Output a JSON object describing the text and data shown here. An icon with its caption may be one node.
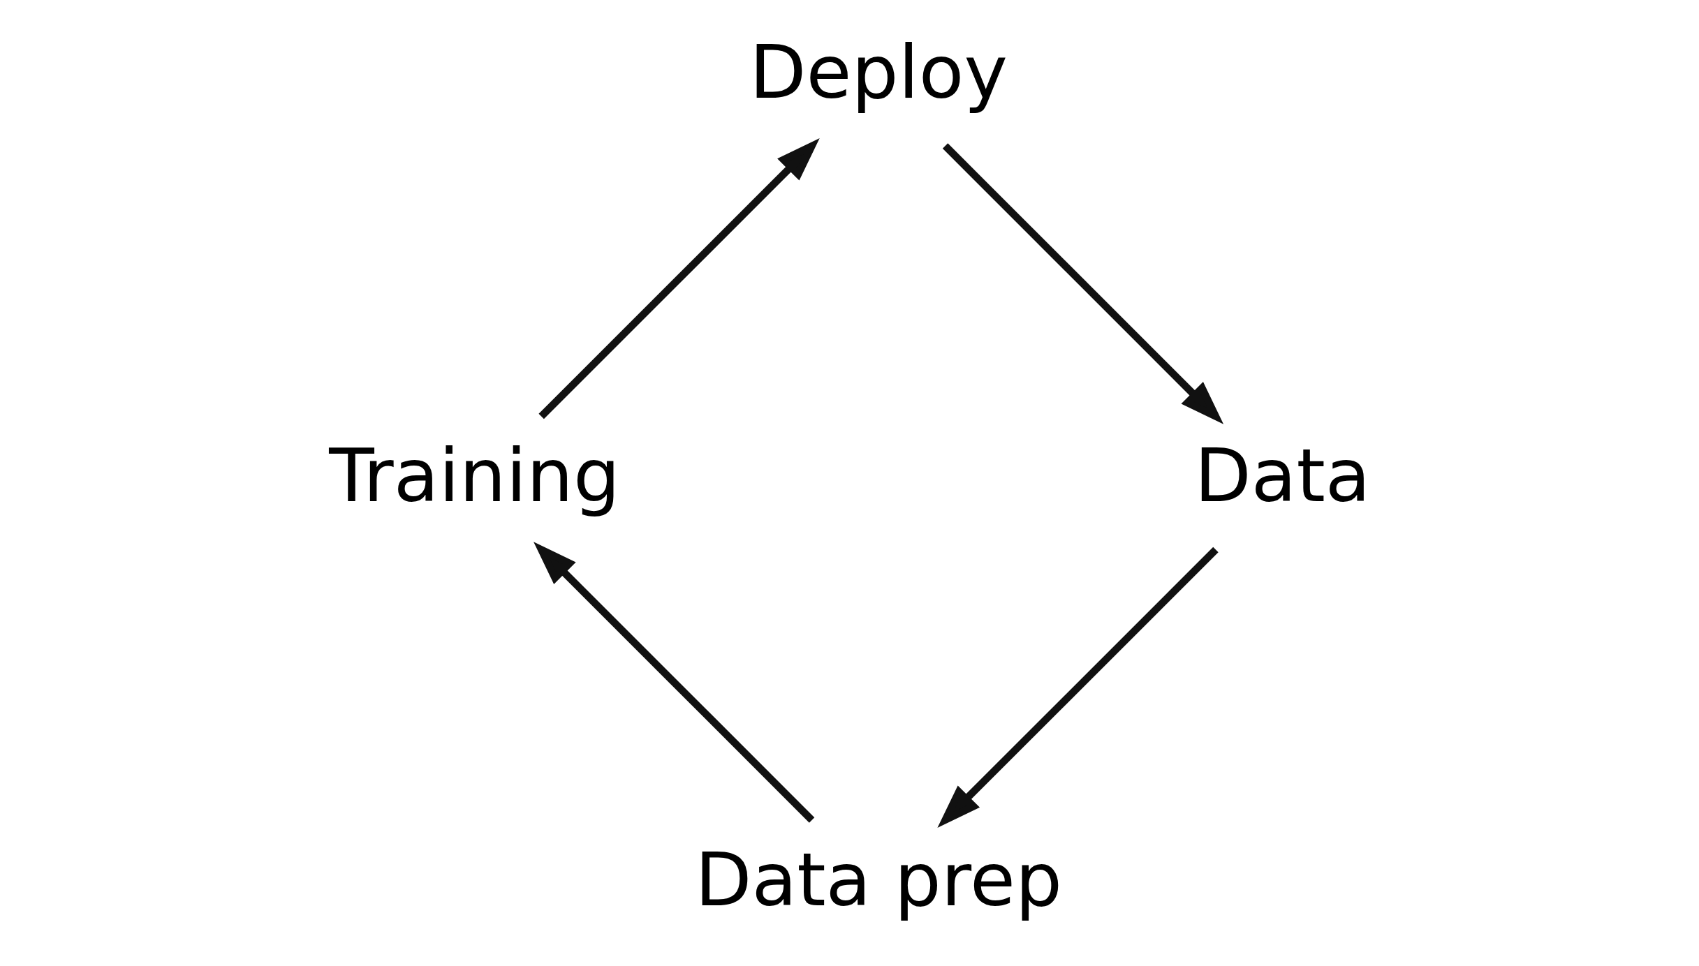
{
  "diagram": {
    "nodes": [
      {
        "text": [
          "Data prep"
        ]
      },
      {
        "text": [
          "Data"
        ]
      },
      {
        "text": [
          "Training"
        ]
      },
      {
        "text": [
          "Deploy"
        ]
      }
    ],
    "edges": [
      {
        "from": 1,
        "to": 0,
        "arrow": "to"
      },
      {
        "from": 0,
        "to": 2,
        "arrow": "to"
      },
      {
        "from": 2,
        "to": 3,
        "arrow": "to"
      },
      {
        "from": 3,
        "to": 1,
        "arrow": "to"
      }
    ]
  }
}
